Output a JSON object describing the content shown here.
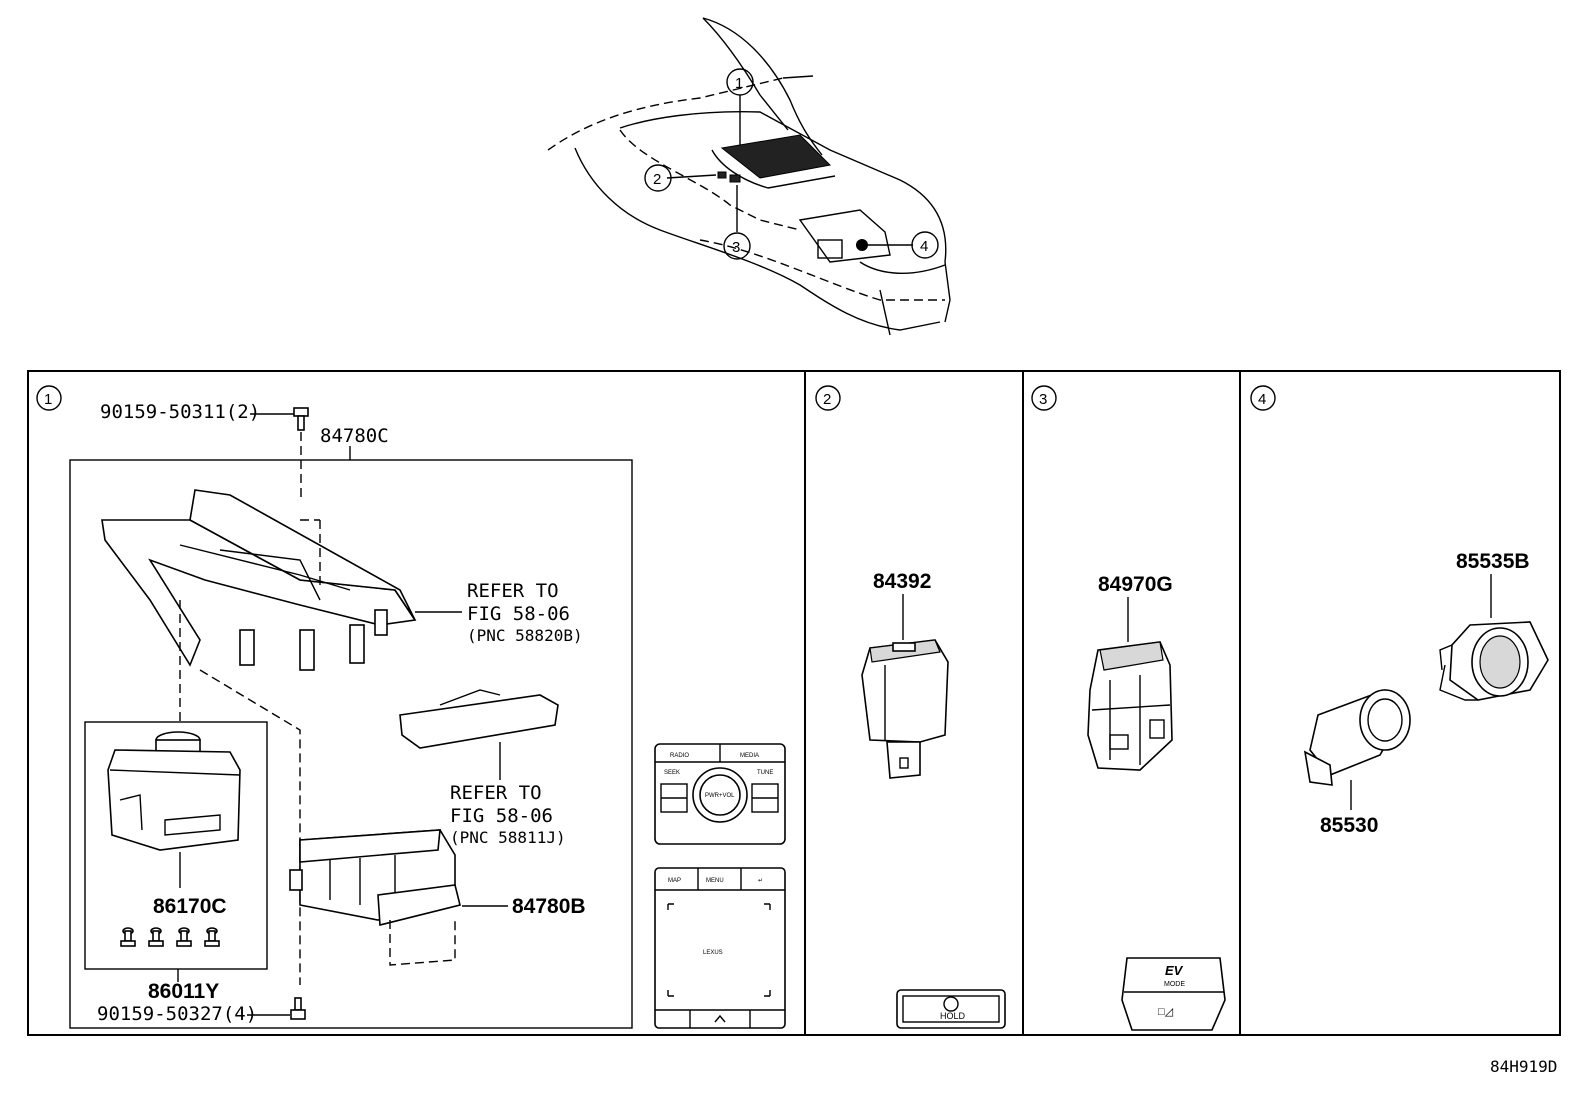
{
  "callouts": {
    "c1": "1",
    "c2": "2",
    "c3": "3",
    "c4": "4"
  },
  "section1": {
    "marker": "1",
    "bolt_top": "90159-50311(2)",
    "assembly": "84780C",
    "refer1_line1": "REFER TO",
    "refer1_line2": "FIG 58-06",
    "refer1_line3": "(PNC 58820B)",
    "refer2_line1": "REFER TO",
    "refer2_line2": "FIG 58-06",
    "refer2_line3": "(PNC 58811J)",
    "switch_a": "84780B",
    "knob": "86170C",
    "kit": "86011Y",
    "bolt_bottom": "90159-50327(4)",
    "panel_labels": {
      "radio": "RADIO",
      "media": "MEDIA",
      "seek": "SEEK",
      "tune": "TUNE",
      "pwr": "PWR+VOL",
      "map": "MAP",
      "menu": "MENU",
      "brand": "LEXUS"
    }
  },
  "section2": {
    "marker": "2",
    "part": "84392",
    "hold": "HOLD"
  },
  "section3": {
    "marker": "3",
    "part": "84970G",
    "ev": "EV",
    "mode": "MODE"
  },
  "section4": {
    "marker": "4",
    "part_a": "85535B",
    "part_b": "85530"
  },
  "diagram_code": "84H919D"
}
